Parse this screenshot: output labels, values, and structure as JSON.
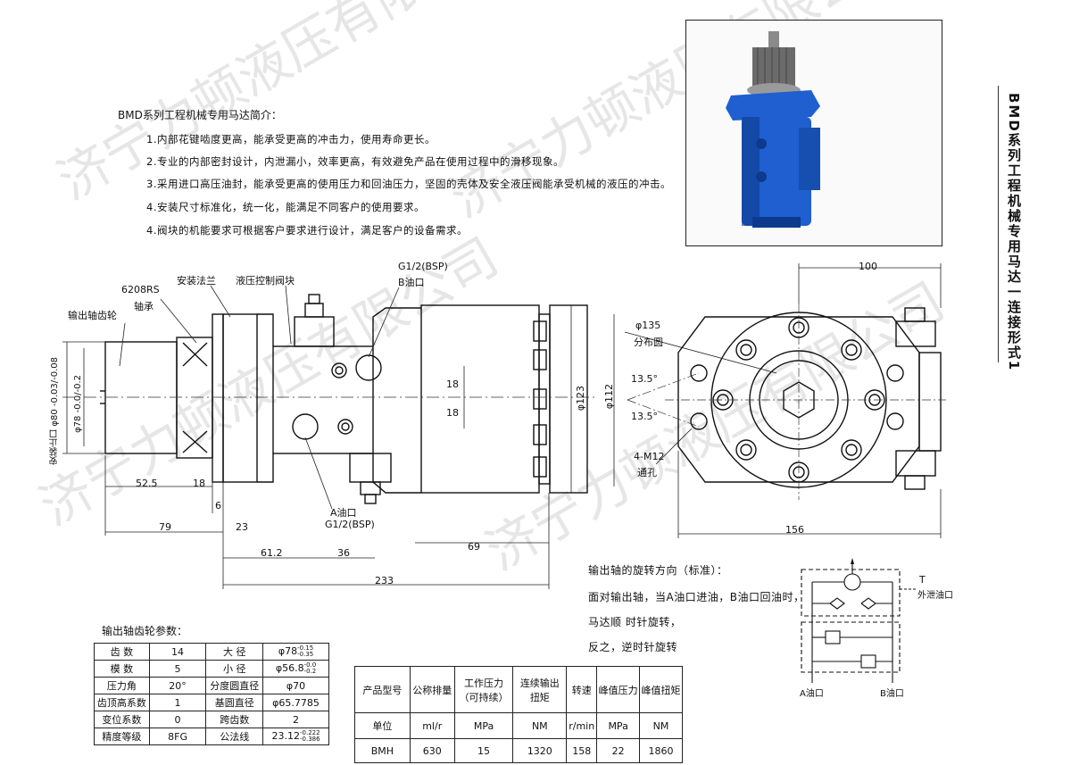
{
  "intro": {
    "title": "BMD系列工程机械专用马达简介：",
    "items": [
      "1.内部花键啮度更高，能承受更高的冲击力，使用寿命更长。",
      "2.专业的内部密封设计，内泄漏小，效率更高，有效避免产品在使用过程中的滑移现象。",
      "3.采用进口高压油封，能承受更高的使用压力和回油压力，坚固的壳体及安全液压阀能承受机械的液压的冲击。",
      "4.安装尺寸标准化，统一化，能满足不同客户的使用要求。",
      "4.阀块的机能要求可根据客户要求进行设计，满足客户的设备需求。"
    ]
  },
  "side_title": "BMD系列工程机械专用马达一连接形式1",
  "watermark": "济宁力顿液压有限公司",
  "side_view": {
    "labels": {
      "shaft_gear": "输出轴齿轮",
      "bearing_model": "6208RS",
      "bearing": "轴承",
      "flange": "安装法兰",
      "valve_block": "液压控制阀块",
      "b_port_size": "G1/2(BSP)",
      "b_port": "B油口",
      "a_port": "A油口",
      "a_port_size": "G1/2(BSP)",
      "mount_spigot": "安装止口",
      "spigot_dia": "φ80",
      "spigot_tol_upper": "-0.03",
      "spigot_tol_lower": "-0.08",
      "root_dia": "φ78",
      "root_tol_upper": "-0.0",
      "root_tol_lower": "-0.2"
    },
    "dims": {
      "d52_5": "52.5",
      "d18a": "18",
      "d6": "6",
      "d79": "79",
      "d23": "23",
      "d61_2": "61.2",
      "d36": "36",
      "d69": "69",
      "d233": "233",
      "d18b": "18",
      "d18c": "18",
      "d123": "φ123"
    }
  },
  "front_view": {
    "dims": {
      "d100": "100",
      "d135": "φ135",
      "pcd": "分布圆",
      "a1": "13.5°",
      "a2": "13.5°",
      "holes": "4-M12",
      "through": "通孔",
      "d112": "φ112",
      "d156": "156"
    }
  },
  "rotation": {
    "title": "输出轴的旋转方向（标准）：",
    "line1": "面对输出轴，当A油口进油，B油口回油时，",
    "line2": "马达顺 时针旋转，",
    "line3": "反之，逆时针旋转"
  },
  "schematic": {
    "t_label": "T",
    "drain": "外泄油口",
    "a_port": "A油口",
    "b_port": "B油口"
  },
  "gear_table": {
    "caption": "输出轴齿轮参数：",
    "rows": [
      [
        "齿 数",
        "14",
        "大 径",
        "φ78",
        "-0.15",
        "-0.35"
      ],
      [
        "模 数",
        "5",
        "小 径",
        "φ56.8",
        "-0.0",
        "-0.2"
      ],
      [
        "压力角",
        "20°",
        "分度圆直径",
        "φ70",
        "",
        ""
      ],
      [
        "齿顶高系数",
        "1",
        "基圆直径",
        "φ65.7785",
        "",
        ""
      ],
      [
        "变位系数",
        "0",
        "跨齿数",
        "2",
        "",
        ""
      ],
      [
        "精度等级",
        "8FG",
        "公法线",
        "23.12",
        "-0.222",
        "-0.386"
      ]
    ]
  },
  "spec_table": {
    "headers": [
      "产品型号",
      "公称排量",
      "工作压力\n（可持续）",
      "连续输出\n扭矩",
      "转速",
      "峰值压力",
      "峰值扭矩"
    ],
    "units": [
      "单位",
      "ml/r",
      "MPa",
      "NM",
      "r/min",
      "MPa",
      "NM"
    ],
    "values": [
      "BMH",
      "630",
      "15",
      "1320",
      "158",
      "22",
      "1860"
    ]
  },
  "colors": {
    "motor_body": "#1f5fd0",
    "motor_dark": "#0d3a8c",
    "shaft": "#6b6b6b",
    "line": "#111111",
    "watermark": "#e4e4e4"
  }
}
